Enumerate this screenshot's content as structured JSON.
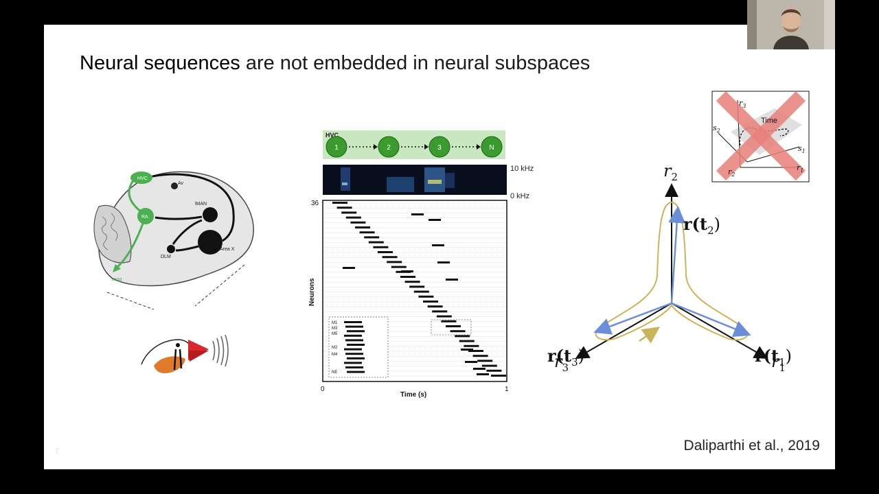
{
  "slide": {
    "title_emphasis": "Neural sequences",
    "title_rest": " are not embedded in neural subspaces",
    "citation": "Daliparthi et al., 2019",
    "page_number": "7"
  },
  "brain_diagram": {
    "labels": {
      "hvc": "HVC",
      "av": "Av",
      "ra": "RA",
      "lman": "lMAN",
      "area_x": "Area X",
      "dlm": "DLM",
      "song": "song"
    },
    "colors": {
      "pathway": "#4caf50",
      "loop": "#111111"
    }
  },
  "sequence_chain": {
    "label": "HVC",
    "nodes": [
      "1",
      "2",
      "3",
      "N"
    ],
    "colors": {
      "node": "#3b9b2f",
      "band": "#c9e8c2"
    }
  },
  "spectrogram": {
    "top_label": "10 kHz",
    "bottom_label": "0 kHz"
  },
  "raster": {
    "ylabel": "Neurons",
    "xlabel": "Time (s)",
    "y_top_tick": "36",
    "x_ticks": [
      "0",
      "1"
    ],
    "inset_labels": [
      "M1",
      "M3",
      "M5",
      "M2",
      "M4",
      "NE"
    ]
  },
  "state_space": {
    "axes": {
      "r1": "r",
      "r1_sub": "1",
      "r2": "r",
      "r2_sub": "2",
      "r3": "r",
      "r3_sub": "3"
    },
    "vectors": {
      "t1": "r(t",
      "t1_sub": "1",
      "t2": "r(t",
      "t2_sub": "2",
      "t3": "r(t",
      "t3_sub": "3"
    },
    "colors": {
      "trajectory": "#c9b45a",
      "vector": "#6b8fd6",
      "axis": "#111111"
    }
  },
  "crossed_inset": {
    "time_label": "Time",
    "axis_labels": {
      "r3": "r",
      "r3_sub": "3",
      "s2": "s",
      "s2_sub": "2",
      "s1": "s",
      "s1_sub": "1",
      "r2": "r",
      "r2_sub": "2",
      "r1": "r",
      "r1_sub": "1"
    },
    "cross_color": "#e8807a"
  }
}
